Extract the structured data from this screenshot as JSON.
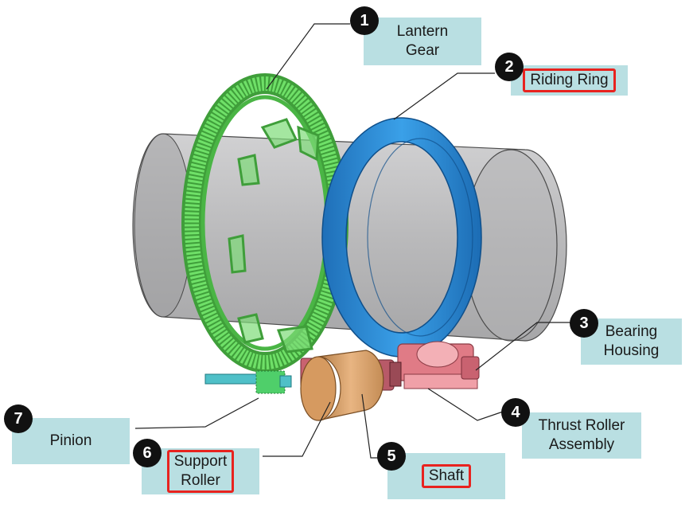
{
  "callouts": [
    {
      "number": "1",
      "lines": [
        "Lantern",
        "Gear"
      ],
      "highlighted": false
    },
    {
      "number": "2",
      "lines": [
        "Riding Ring"
      ],
      "highlighted": true
    },
    {
      "number": "3",
      "lines": [
        "Bearing",
        "Housing"
      ],
      "highlighted": false
    },
    {
      "number": "4",
      "lines": [
        "Thrust Roller",
        "Assembly"
      ],
      "highlighted": false
    },
    {
      "number": "5",
      "lines": [
        "Shaft"
      ],
      "highlighted": true
    },
    {
      "number": "6",
      "lines": [
        "Support",
        "Roller"
      ],
      "highlighted": true
    },
    {
      "number": "7",
      "lines": [
        "Pinion"
      ],
      "highlighted": false
    }
  ],
  "colors": {
    "label_fill": "#b9dfe2",
    "highlight_border": "#e8231f",
    "badge_fill": "#111111",
    "drum": "#a9a9ab",
    "lantern_gear": "#5fd35a",
    "riding_ring": "#2f8fd8",
    "support_roller": "#d9a06a",
    "bearing_housing": "#e07b86",
    "pinion": "#4fc0c8"
  }
}
